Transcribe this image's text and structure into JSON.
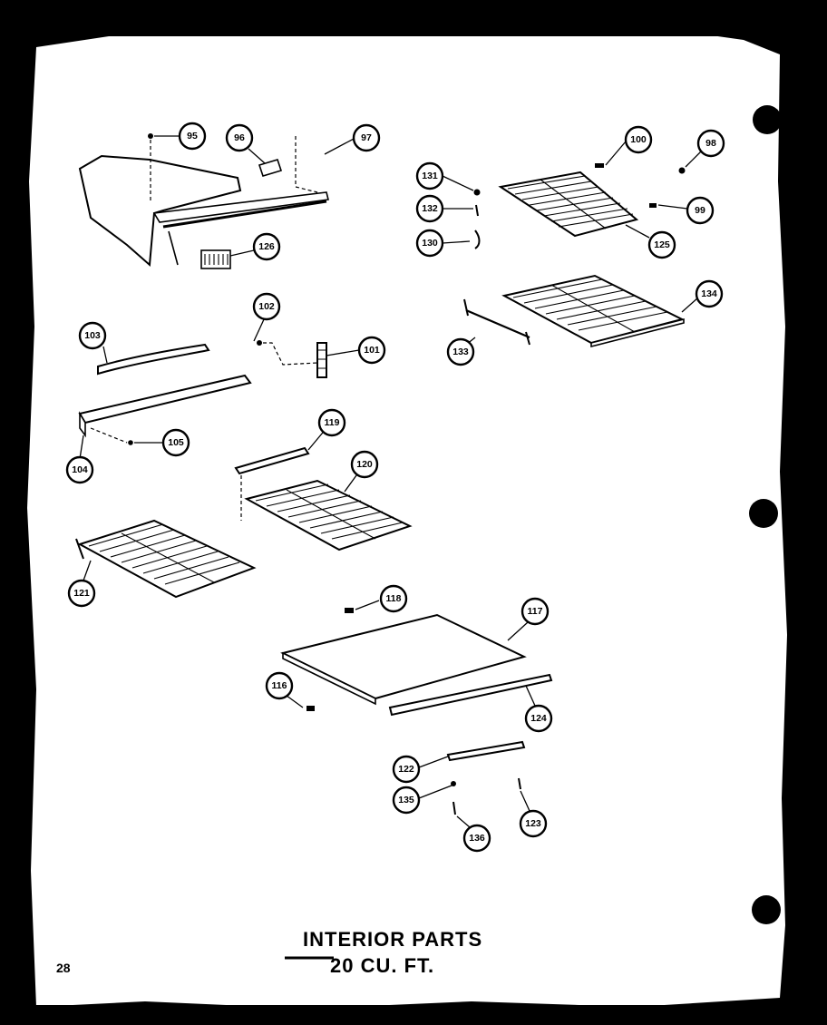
{
  "title": {
    "line1": "INTERIOR PARTS",
    "line2": "20 CU. FT."
  },
  "page_number": "28",
  "callouts": {
    "c95": "95",
    "c96": "96",
    "c97": "97",
    "c98": "98",
    "c99": "99",
    "c100": "100",
    "c101": "101",
    "c102": "102",
    "c103": "103",
    "c104": "104",
    "c105": "105",
    "c116": "116",
    "c117": "117",
    "c118": "118",
    "c119": "119",
    "c120": "120",
    "c121": "121",
    "c122": "122",
    "c123": "123",
    "c124": "124",
    "c125": "125",
    "c126": "126",
    "c130": "130",
    "c131": "131",
    "c132": "132",
    "c133": "133",
    "c134": "134",
    "c135": "135",
    "c136": "136"
  }
}
